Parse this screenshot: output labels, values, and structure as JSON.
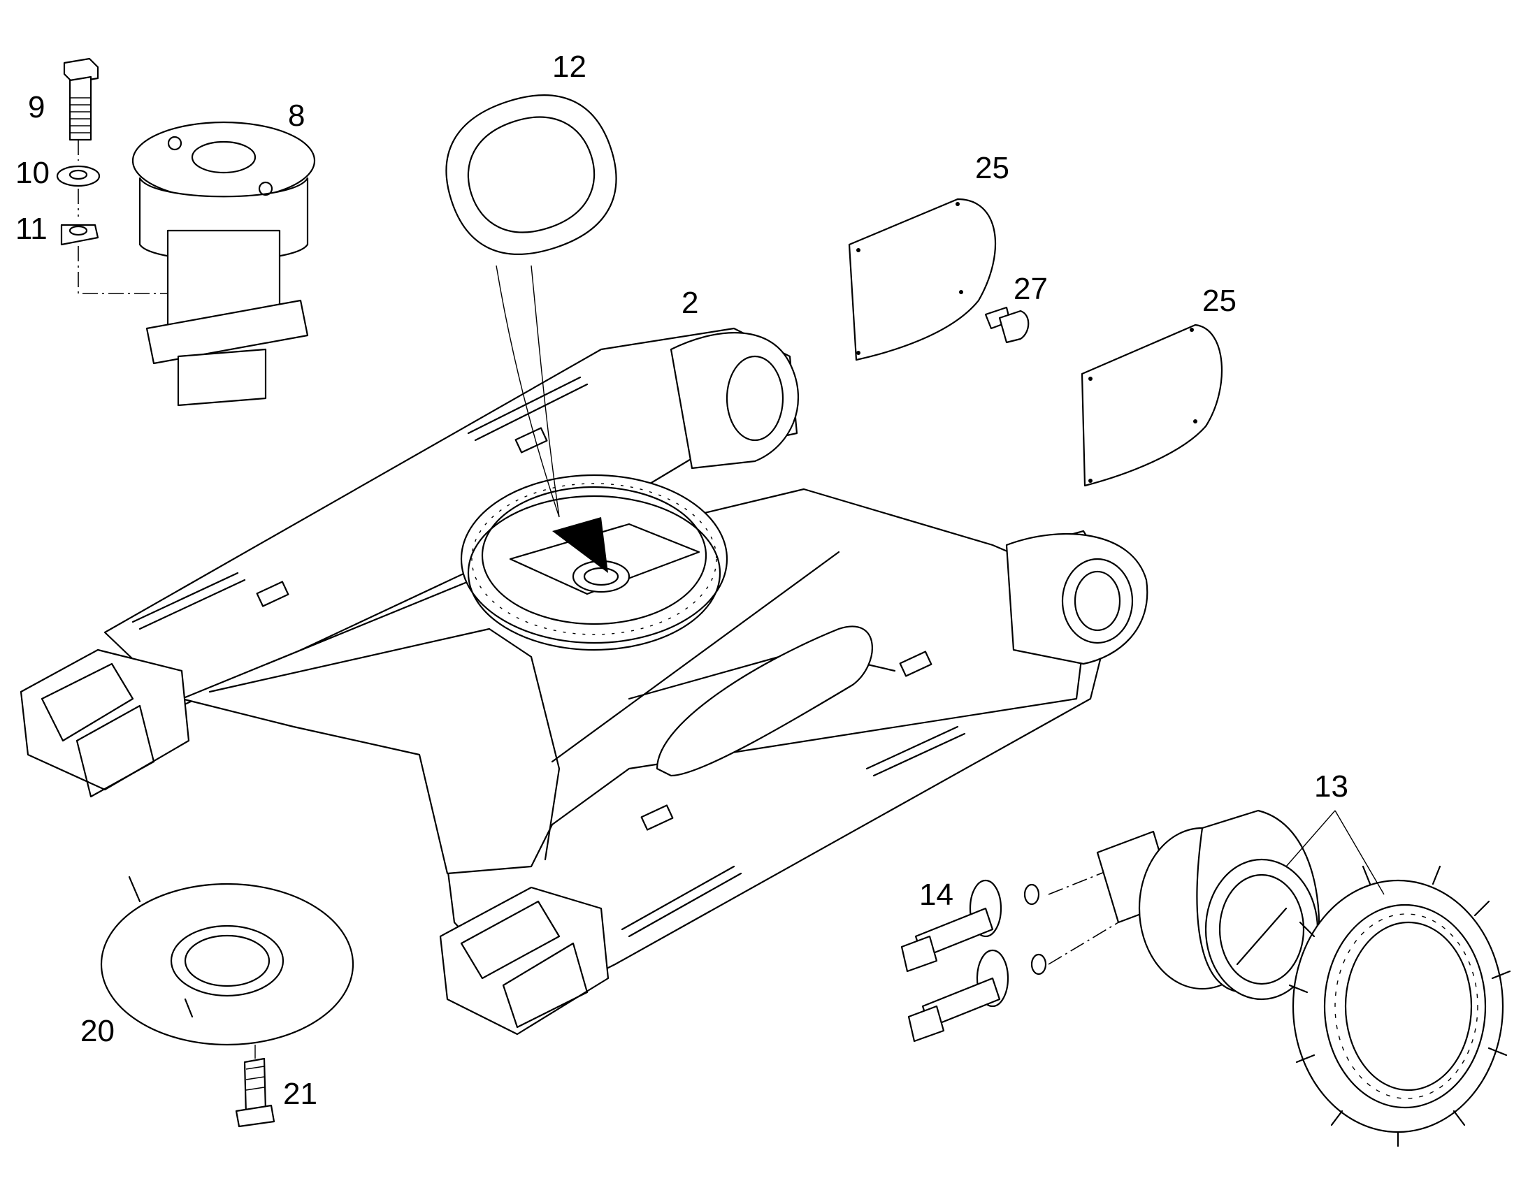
{
  "callouts": {
    "p2": "2",
    "p8": "8",
    "p9": "9",
    "p10": "10",
    "p11": "11",
    "p12": "12",
    "p13": "13",
    "p14": "14",
    "p20": "20",
    "p21": "21",
    "p25a": "25",
    "p25b": "25",
    "p27": "27"
  },
  "colors": {
    "line": "#000000",
    "background": "#ffffff"
  }
}
